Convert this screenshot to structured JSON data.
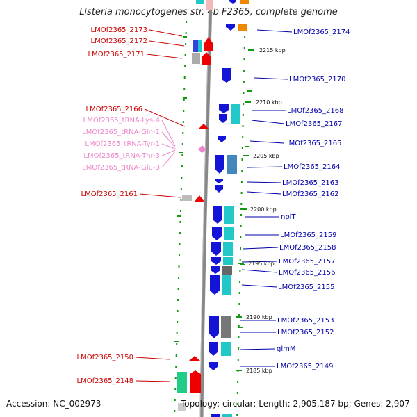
{
  "title": "Listeria monocytogenes str. 4b F2365, complete genome",
  "accession": "Accession: NC_002973",
  "topology": "Topology: circular; Length: 2,905,187 bp; Genes: 2,907",
  "colors": {
    "left_label": "#cc0000",
    "trna_label": "#ee88cc",
    "right_label": "#0000aa",
    "red_gene": "#ee0000",
    "blue_gene": "#1414d6",
    "cyan_gene": "#22c8c8",
    "green_gene": "#22cc88",
    "gray_gene": "#777777",
    "orange_gene": "#ee8800",
    "backbone": "#888888",
    "dots": "#119911"
  },
  "left_labels": [
    {
      "text": "LMOf2365_2173",
      "kind": "gene"
    },
    {
      "text": "LMOf2365_2172",
      "kind": "gene"
    },
    {
      "text": "LMOf2365_2171",
      "kind": "gene"
    },
    {
      "text": "LMOf2365_2166",
      "kind": "gene"
    },
    {
      "text": "LMOf2365_tRNA-Lys-4",
      "kind": "trna"
    },
    {
      "text": "LMOf2365_tRNA-Gln-1",
      "kind": "trna"
    },
    {
      "text": "LMOf2365_tRNA-Tyr-1",
      "kind": "trna"
    },
    {
      "text": "LMOf2365_tRNA-Thr-3",
      "kind": "trna"
    },
    {
      "text": "LMOf2365_tRNA-Glu-3",
      "kind": "trna"
    },
    {
      "text": "LMOf2365_2161",
      "kind": "gene"
    },
    {
      "text": "LMOf2365_2150",
      "kind": "gene"
    },
    {
      "text": "LMOf2365_2148",
      "kind": "gene"
    }
  ],
  "right_labels": [
    {
      "text": "LMOf2365_2174"
    },
    {
      "text": "LMOf2365_2170"
    },
    {
      "text": "LMOf2365_2168"
    },
    {
      "text": "LMOf2365_2167"
    },
    {
      "text": "LMOf2365_2165"
    },
    {
      "text": "LMOf2365_2164"
    },
    {
      "text": "LMOf2365_2163"
    },
    {
      "text": "LMOf2365_2162"
    },
    {
      "text": "nplT"
    },
    {
      "text": "LMOf2365_2159"
    },
    {
      "text": "LMOf2365_2158"
    },
    {
      "text": "LMOf2365_2157"
    },
    {
      "text": "LMOf2365_2156"
    },
    {
      "text": "LMOf2365_2155"
    },
    {
      "text": "LMOf2365_2153"
    },
    {
      "text": "LMOf2365_2152"
    },
    {
      "text": "glmM"
    },
    {
      "text": "LMOf2365_2149"
    }
  ],
  "ticks": [
    {
      "text": "2215 kbp"
    },
    {
      "text": "2210 kbp"
    },
    {
      "text": "2205 kbp"
    },
    {
      "text": "2200 kbp"
    },
    {
      "text": "2195 kbp"
    },
    {
      "text": "2190 kbp"
    },
    {
      "text": "2185 kbp"
    }
  ]
}
